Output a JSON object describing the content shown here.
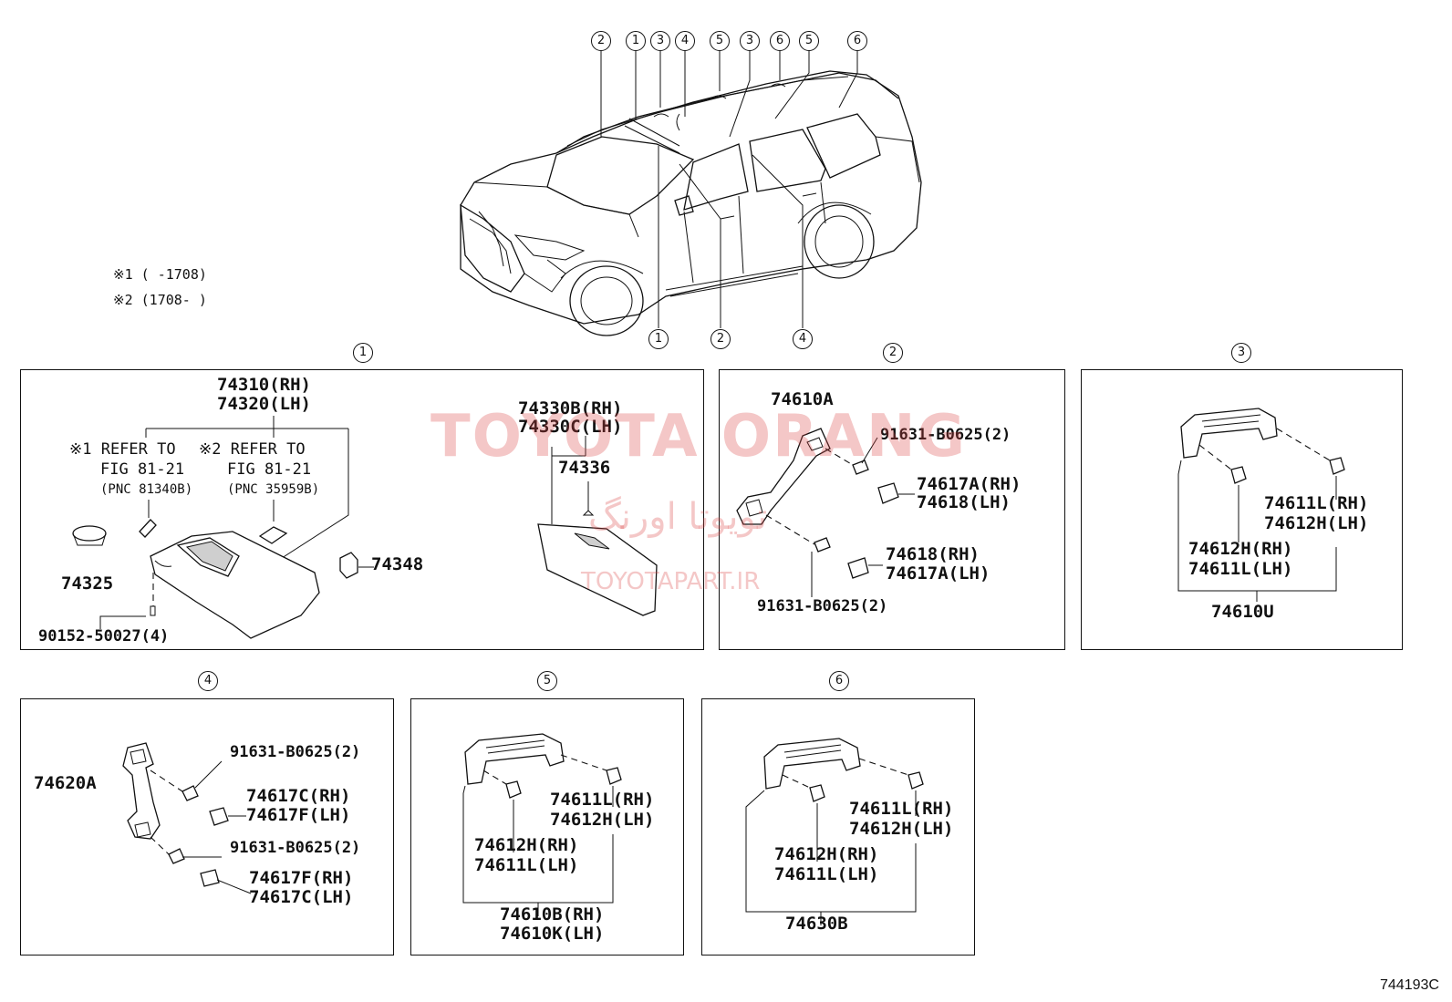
{
  "notes": {
    "note1": "※1 (     -1708)",
    "note2": "※2 (1708-     )"
  },
  "callouts_top": [
    "2",
    "1",
    "3",
    "4",
    "5",
    "3",
    "6",
    "5",
    "6"
  ],
  "callouts_bottom": [
    "1",
    "2",
    "4"
  ],
  "panels": {
    "p1": {
      "num": "1",
      "visor_rh": "74310(RH)",
      "visor_lh": "74320(LH)",
      "ref1_a": "※1 REFER TO",
      "ref1_b": "FIG 81-21",
      "ref1_c": "(PNC 81340B)",
      "ref2_a": "※2 REFER TO",
      "ref2_b": "FIG 81-21",
      "ref2_c": "(PNC 35959B)",
      "holder": "74325",
      "clip": "74348",
      "screw": "90152-50027(4)",
      "sub_rh": "74330B(RH)",
      "sub_lh": "74330C(LH)",
      "sub_holder": "74336"
    },
    "p2": {
      "num": "2",
      "grip": "74610A",
      "screw_top": "91631-B0625(2)",
      "cover_a1": "74617A(RH)",
      "cover_a2": "74618(LH)",
      "cover_b1": "74618(RH)",
      "cover_b2": "74617A(LH)",
      "screw_bot": "91631-B0625(2)"
    },
    "p3": {
      "num": "3",
      "r1": "74611L(RH)",
      "r2": "74612H(LH)",
      "l1": "74612H(RH)",
      "l2": "74611L(LH)",
      "assy": "74610U"
    },
    "p4": {
      "num": "4",
      "grip": "74620A",
      "screw_top": "91631-B0625(2)",
      "cover_a1": "74617C(RH)",
      "cover_a2": "74617F(LH)",
      "screw_bot": "91631-B0625(2)",
      "cover_b1": "74617F(RH)",
      "cover_b2": "74617C(LH)"
    },
    "p5": {
      "num": "5",
      "r1": "74611L(RH)",
      "r2": "74612H(LH)",
      "l1": "74612H(RH)",
      "l2": "74611L(LH)",
      "assy1": "74610B(RH)",
      "assy2": "74610K(LH)"
    },
    "p6": {
      "num": "6",
      "r1": "74611L(RH)",
      "r2": "74612H(LH)",
      "l1": "74612H(RH)",
      "l2": "74611L(LH)",
      "assy": "74630B"
    }
  },
  "watermark": {
    "latin": "TOYOTA ORANG",
    "persian": "تویوتا اورنگ",
    "url": "TOYOTAPART.IR"
  },
  "figure_id": "744193C"
}
